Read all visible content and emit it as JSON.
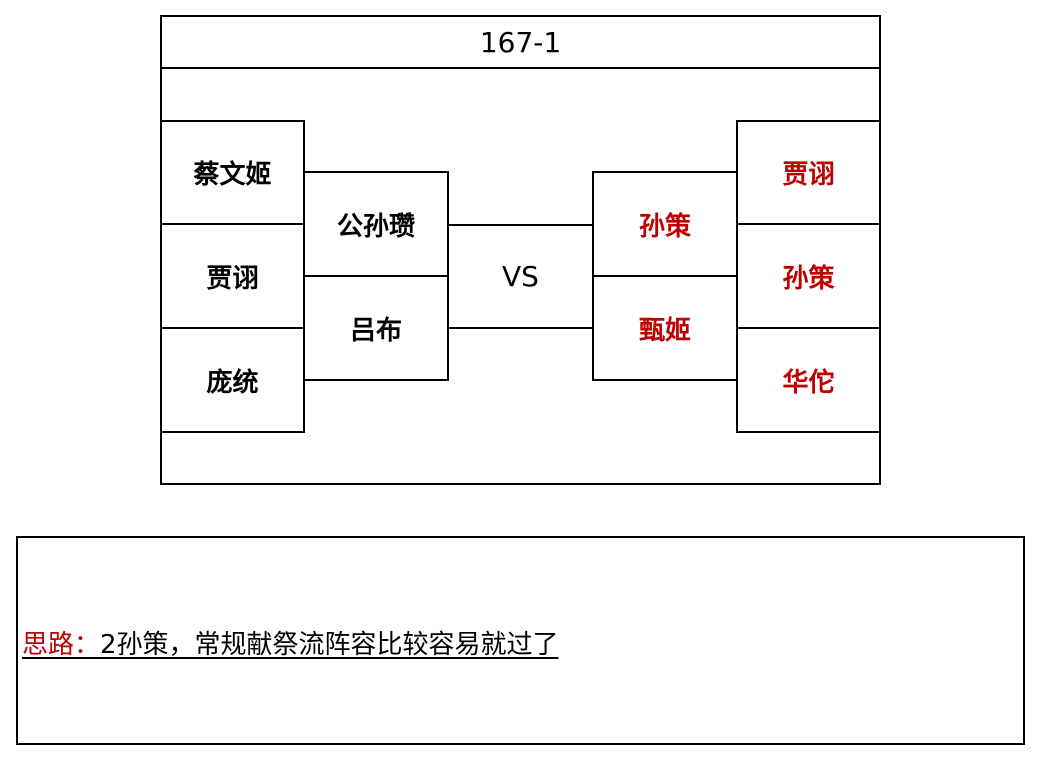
{
  "title": "167-1",
  "vs_label": "VS",
  "left": {
    "outer": [
      "蔡文姬",
      "贾诩",
      "庞统"
    ],
    "inner": [
      "公孙瓒",
      "吕布"
    ]
  },
  "right": {
    "inner": [
      "孙策",
      "甄姬"
    ],
    "outer": [
      "贾诩",
      "孙策",
      "华佗"
    ]
  },
  "note": {
    "prefix": "思路：",
    "text": "2孙策，常规献祭流阵容比较容易就过了"
  },
  "colors": {
    "right_team": "#c00000",
    "note_prefix": "#c00000",
    "lines": "#000000"
  }
}
